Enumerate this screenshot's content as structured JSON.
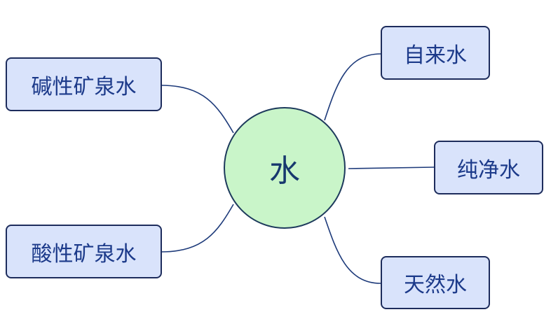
{
  "center": {
    "label": "水"
  },
  "branches": [
    {
      "label": "碱性矿泉水"
    },
    {
      "label": "酸性矿泉水"
    },
    {
      "label": "自来水"
    },
    {
      "label": "纯净水"
    },
    {
      "label": "天然水"
    }
  ],
  "colors": {
    "center_fill": "#c9f5c9",
    "node_fill": "#d9e3fb",
    "line": "#1d3a7a",
    "text": "#1c3a8a"
  }
}
